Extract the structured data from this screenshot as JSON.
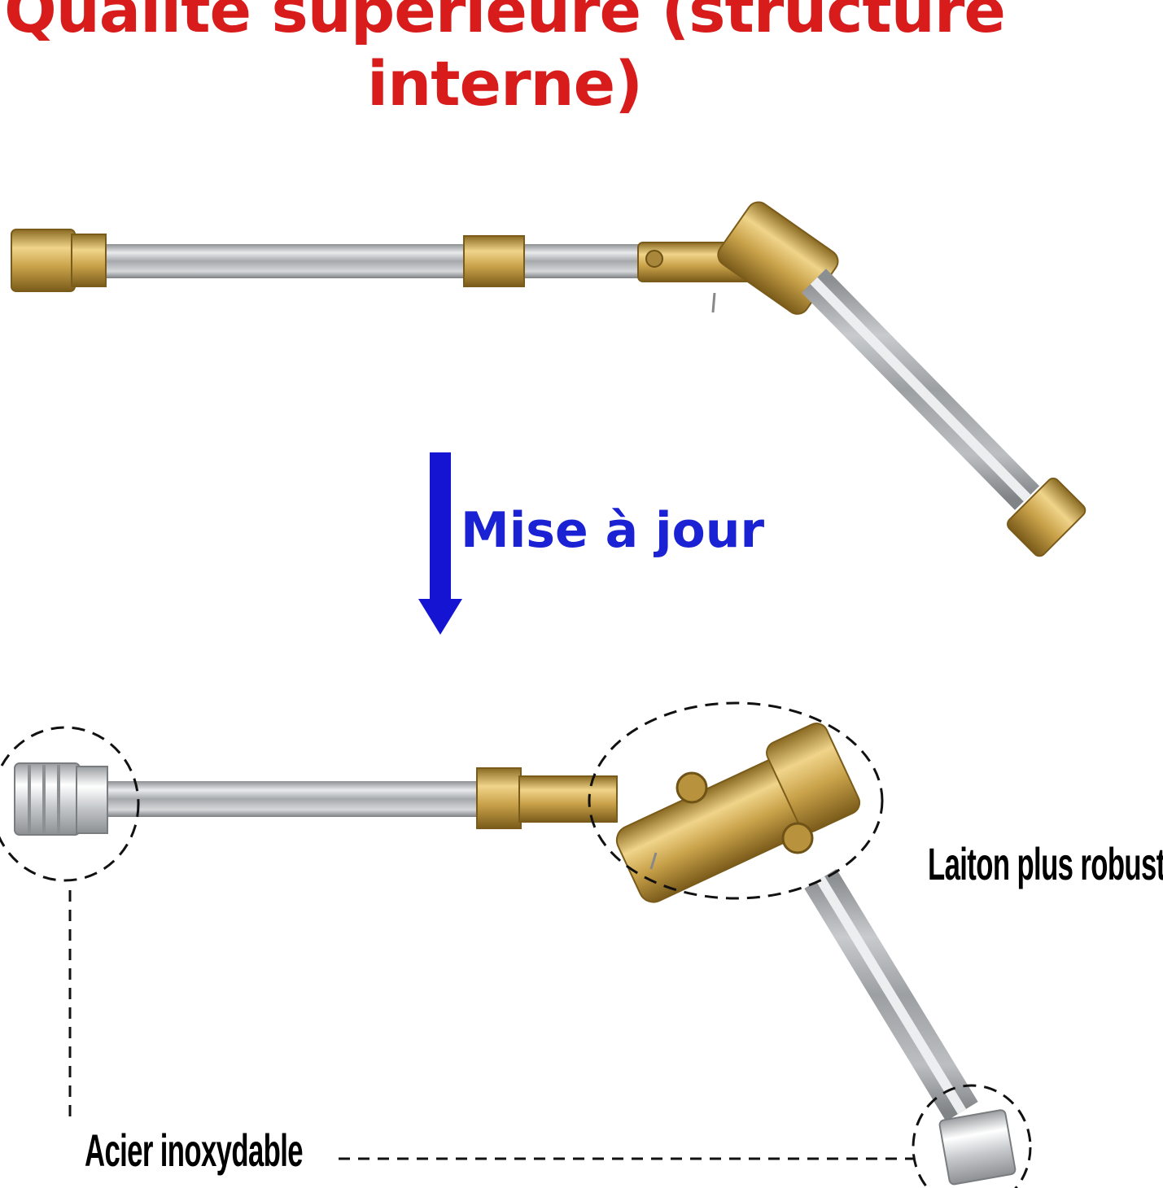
{
  "title": "Qualité supérieure (structure interne)",
  "update_label": "Mise à jour",
  "callouts": {
    "brass": "Laiton plus robuste",
    "steel": "Acier inoxydable"
  },
  "colors": {
    "title": "#d81b1b",
    "update": "#1a22d4",
    "arrow": "#1414d2",
    "callout": "#000000",
    "brass": "#c9a24a",
    "steel": "#b9bcbf"
  }
}
